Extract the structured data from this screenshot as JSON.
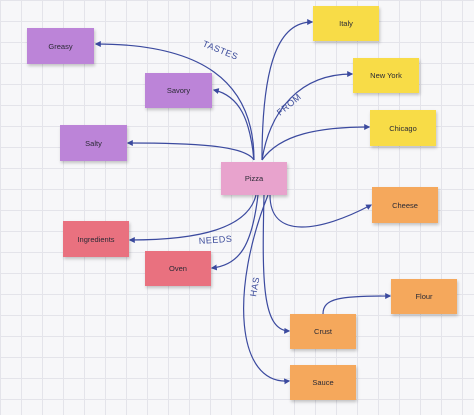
{
  "colors": {
    "edge": "#3b4a9f",
    "purple": "#bc84d8",
    "pink": "#e8a3cd",
    "red": "#e9717f",
    "yellow": "#f8dc47",
    "orange": "#f5a85c"
  },
  "diagram": {
    "center": {
      "label": "Pizza"
    },
    "tastes": {
      "edge_label": "TASTES",
      "items": [
        "Greasy",
        "Savory",
        "Salty"
      ]
    },
    "from": {
      "edge_label": "FROM",
      "items": [
        "Italy",
        "New York",
        "Chicago"
      ]
    },
    "needs": {
      "edge_label": "NEEDS",
      "items": [
        "Ingredients",
        "Oven"
      ]
    },
    "has": {
      "edge_label": "HAS",
      "items": [
        "Cheese",
        "Crust",
        "Sauce"
      ]
    },
    "crust_to": {
      "items": [
        "Flour"
      ]
    }
  }
}
